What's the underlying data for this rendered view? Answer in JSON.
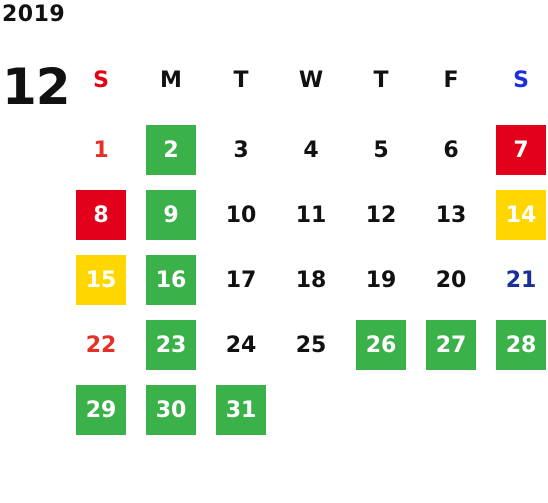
{
  "year": "2019",
  "month": "12",
  "colors": {
    "green": "#3bb14a",
    "red": "#e3001b",
    "yellow": "#ffd600",
    "sunday_text": "#e60012",
    "saturday_text": "#1a2f9a",
    "sunday_text_light": "#e53027",
    "default_text": "#111111"
  },
  "weekdays": [
    {
      "label": "S",
      "color": "#e60012"
    },
    {
      "label": "M",
      "color": "#111111"
    },
    {
      "label": "T",
      "color": "#111111"
    },
    {
      "label": "W",
      "color": "#111111"
    },
    {
      "label": "T",
      "color": "#111111"
    },
    {
      "label": "F",
      "color": "#111111"
    },
    {
      "label": "S",
      "color": "#1a2fdc"
    }
  ],
  "days": [
    {
      "day": "1",
      "col": 0,
      "week": 0,
      "style": "sunday"
    },
    {
      "day": "2",
      "col": 1,
      "week": 0,
      "style": "green"
    },
    {
      "day": "3",
      "col": 2,
      "week": 0,
      "style": "plain"
    },
    {
      "day": "4",
      "col": 3,
      "week": 0,
      "style": "plain"
    },
    {
      "day": "5",
      "col": 4,
      "week": 0,
      "style": "plain"
    },
    {
      "day": "6",
      "col": 5,
      "week": 0,
      "style": "plain"
    },
    {
      "day": "7",
      "col": 6,
      "week": 0,
      "style": "red"
    },
    {
      "day": "8",
      "col": 0,
      "week": 1,
      "style": "red"
    },
    {
      "day": "9",
      "col": 1,
      "week": 1,
      "style": "green"
    },
    {
      "day": "10",
      "col": 2,
      "week": 1,
      "style": "plain"
    },
    {
      "day": "11",
      "col": 3,
      "week": 1,
      "style": "plain"
    },
    {
      "day": "12",
      "col": 4,
      "week": 1,
      "style": "plain"
    },
    {
      "day": "13",
      "col": 5,
      "week": 1,
      "style": "plain"
    },
    {
      "day": "14",
      "col": 6,
      "week": 1,
      "style": "yellow"
    },
    {
      "day": "15",
      "col": 0,
      "week": 2,
      "style": "yellow"
    },
    {
      "day": "16",
      "col": 1,
      "week": 2,
      "style": "green"
    },
    {
      "day": "17",
      "col": 2,
      "week": 2,
      "style": "plain"
    },
    {
      "day": "18",
      "col": 3,
      "week": 2,
      "style": "plain"
    },
    {
      "day": "19",
      "col": 4,
      "week": 2,
      "style": "plain"
    },
    {
      "day": "20",
      "col": 5,
      "week": 2,
      "style": "plain"
    },
    {
      "day": "21",
      "col": 6,
      "week": 2,
      "style": "saturday"
    },
    {
      "day": "22",
      "col": 0,
      "week": 3,
      "style": "sunday"
    },
    {
      "day": "23",
      "col": 1,
      "week": 3,
      "style": "green"
    },
    {
      "day": "24",
      "col": 2,
      "week": 3,
      "style": "plain"
    },
    {
      "day": "25",
      "col": 3,
      "week": 3,
      "style": "plain"
    },
    {
      "day": "26",
      "col": 4,
      "week": 3,
      "style": "green"
    },
    {
      "day": "27",
      "col": 5,
      "week": 3,
      "style": "green"
    },
    {
      "day": "28",
      "col": 6,
      "week": 3,
      "style": "green"
    },
    {
      "day": "29",
      "col": 0,
      "week": 4,
      "style": "green"
    },
    {
      "day": "30",
      "col": 1,
      "week": 4,
      "style": "green"
    },
    {
      "day": "31",
      "col": 2,
      "week": 4,
      "style": "green"
    }
  ]
}
